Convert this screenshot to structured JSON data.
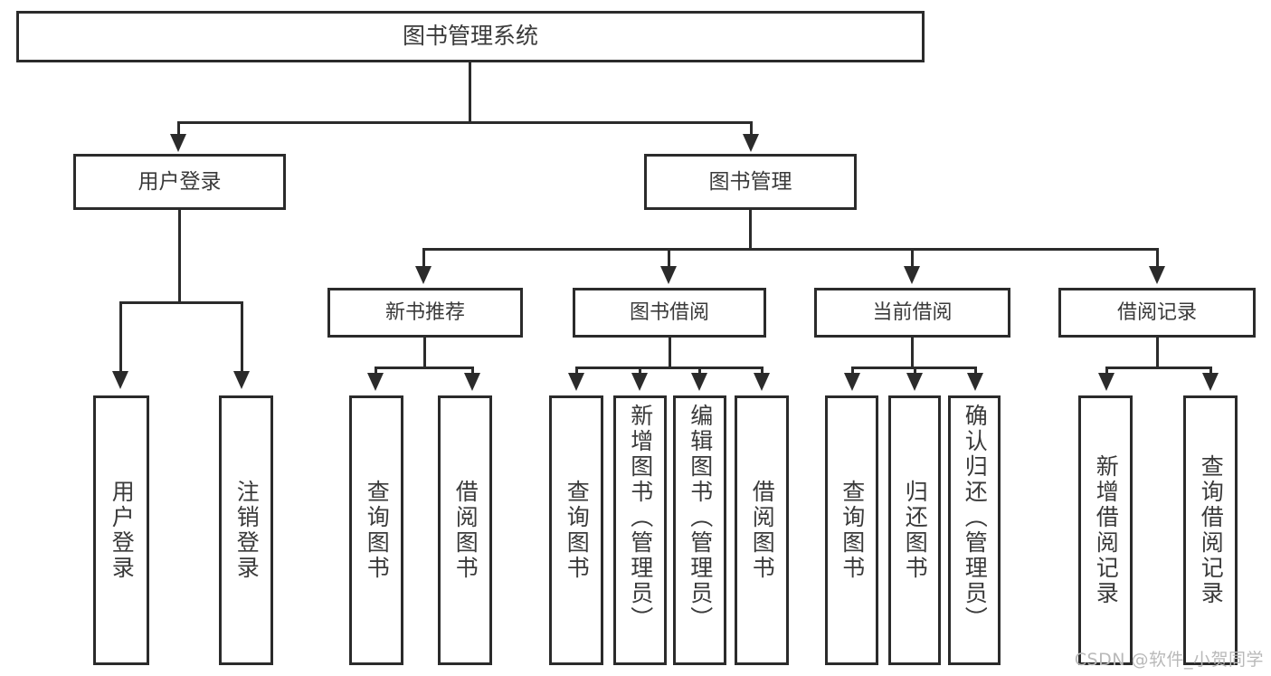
{
  "diagram": {
    "title": "图书管理系统",
    "type": "tree",
    "watermark": "CSDN @软件_小贺同学",
    "colors": {
      "stroke": "#2b2b2b",
      "text": "#3a3a3a",
      "background": "#ffffff",
      "watermark": "#b9b9b9"
    },
    "root": {
      "label": "图书管理系统"
    },
    "level2": [
      {
        "label": "用户登录"
      },
      {
        "label": "图书管理"
      }
    ],
    "level3": [
      {
        "label": "新书推荐"
      },
      {
        "label": "图书借阅"
      },
      {
        "label": "当前借阅"
      },
      {
        "label": "借阅记录"
      }
    ],
    "leaves": {
      "user_login": [
        {
          "label": "用户登录"
        },
        {
          "label": "注销登录"
        }
      ],
      "new_book": [
        {
          "label": "查询图书"
        },
        {
          "label": "借阅图书"
        }
      ],
      "book_borrow": [
        {
          "label": "查询图书"
        },
        {
          "label": "新增图书（管理员）"
        },
        {
          "label": "编辑图书（管理员）"
        },
        {
          "label": "借阅图书"
        }
      ],
      "current_borrow": [
        {
          "label": "查询图书"
        },
        {
          "label": "归还图书"
        },
        {
          "label": "确认归还（管理员）"
        }
      ],
      "borrow_record": [
        {
          "label": "新增借阅记录"
        },
        {
          "label": "查询借阅记录"
        }
      ]
    }
  }
}
